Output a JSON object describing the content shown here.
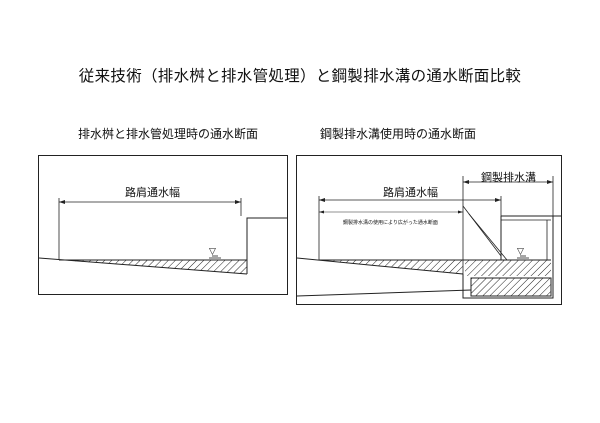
{
  "title": "従来技術（排水桝と排水管処理）と鋼製排水溝の通水断面比較",
  "left_panel": {
    "heading": "排水桝と排水管処理時の通水断面",
    "dimension_label": "路肩通水幅",
    "water_symbol": "▽"
  },
  "right_panel": {
    "heading": "鋼製排水溝使用時の通水断面",
    "dimension_label": "路肩通水幅",
    "gutter_label": "鋼製排水溝",
    "note": "鋼製排水溝の使用により広がった通水断面",
    "water_symbol": "▽"
  }
}
